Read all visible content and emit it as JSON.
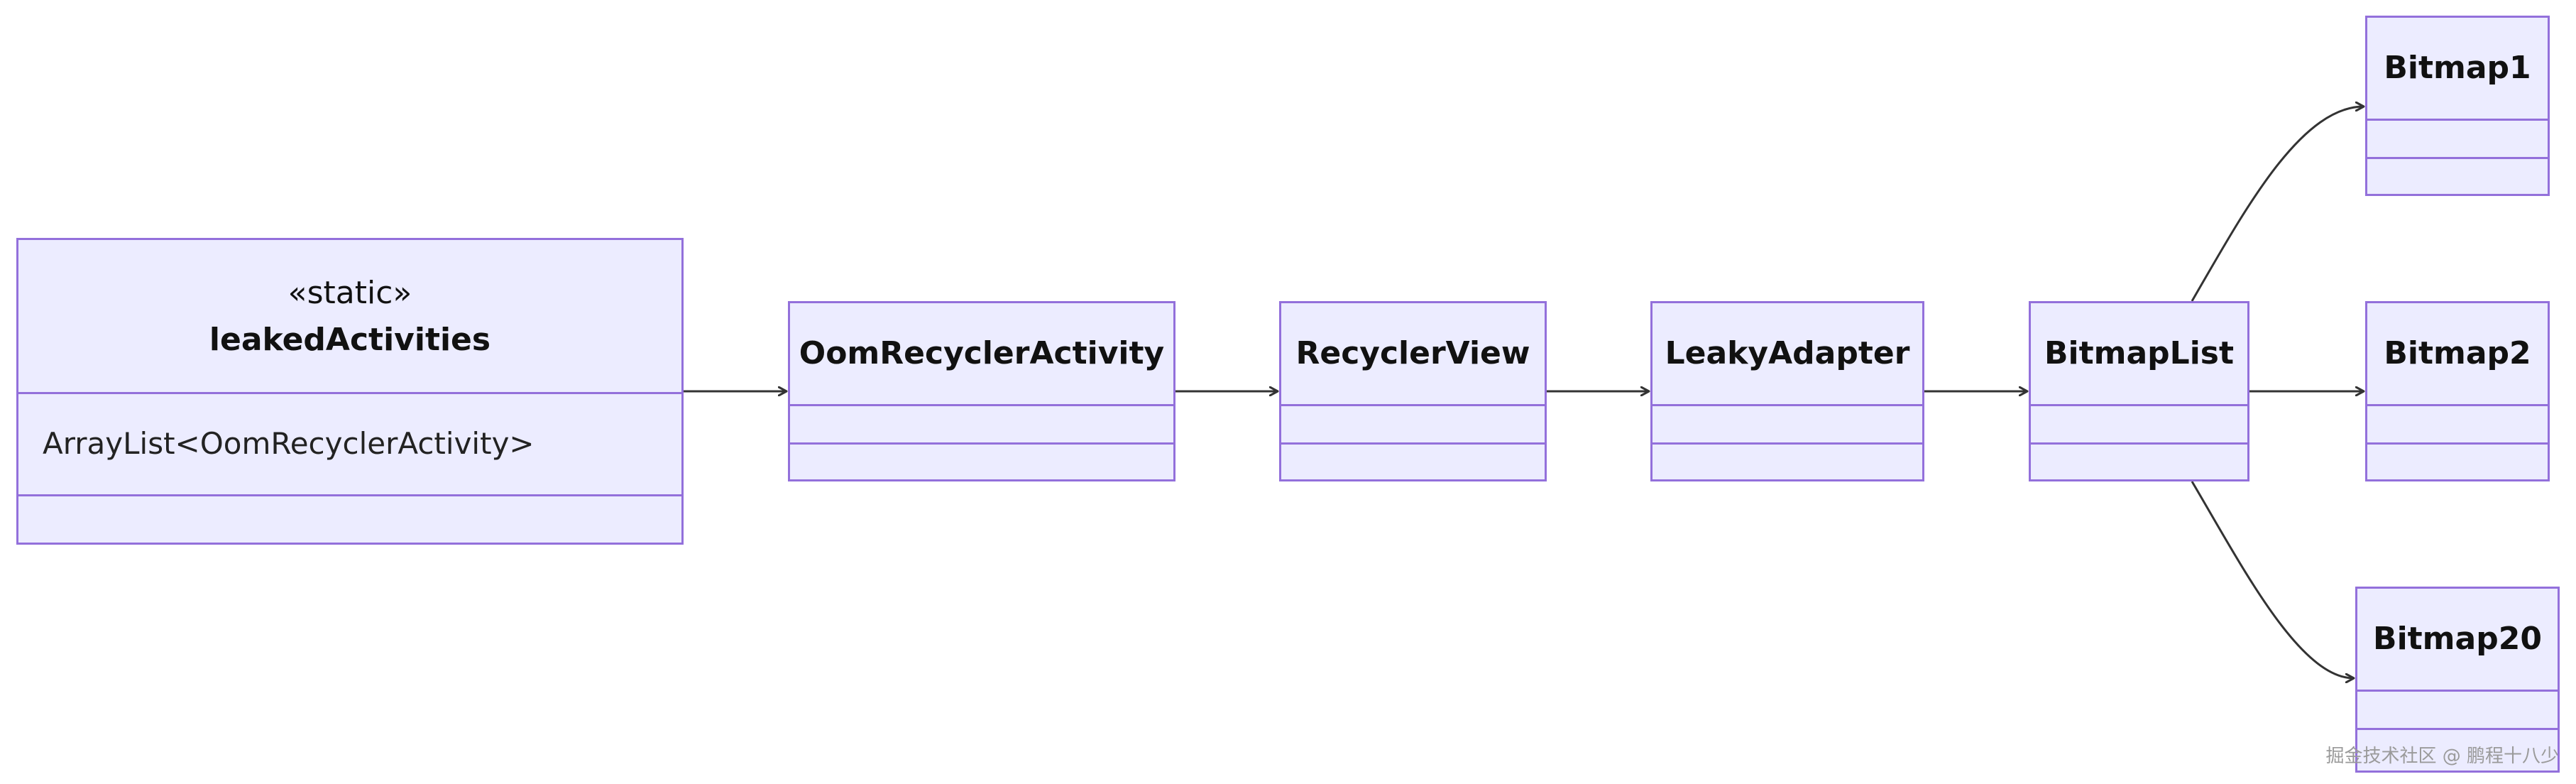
{
  "diagram": {
    "classes": [
      {
        "id": "leakedActivities",
        "stereotype": "«static»",
        "name": "leakedActivities",
        "attributes": [
          "ArrayList<OomRecyclerActivity>"
        ]
      },
      {
        "id": "OomRecyclerActivity",
        "name": "OomRecyclerActivity"
      },
      {
        "id": "RecyclerView",
        "name": "RecyclerView"
      },
      {
        "id": "LeakyAdapter",
        "name": "LeakyAdapter"
      },
      {
        "id": "BitmapList",
        "name": "BitmapList"
      },
      {
        "id": "Bitmap1",
        "name": "Bitmap1"
      },
      {
        "id": "Bitmap2",
        "name": "Bitmap2"
      },
      {
        "id": "Bitmap20",
        "name": "Bitmap20"
      }
    ],
    "relations": [
      {
        "from": "leakedActivities",
        "to": "OomRecyclerActivity"
      },
      {
        "from": "OomRecyclerActivity",
        "to": "RecyclerView"
      },
      {
        "from": "RecyclerView",
        "to": "LeakyAdapter"
      },
      {
        "from": "LeakyAdapter",
        "to": "BitmapList"
      },
      {
        "from": "BitmapList",
        "to": "Bitmap1"
      },
      {
        "from": "BitmapList",
        "to": "Bitmap2"
      },
      {
        "from": "BitmapList",
        "to": "Bitmap20"
      }
    ],
    "colors": {
      "node_fill": "#ECECFF",
      "node_border": "#9370DB",
      "edge": "#333333"
    }
  },
  "watermark": "掘金技术社区 @ 鹏程十八少"
}
